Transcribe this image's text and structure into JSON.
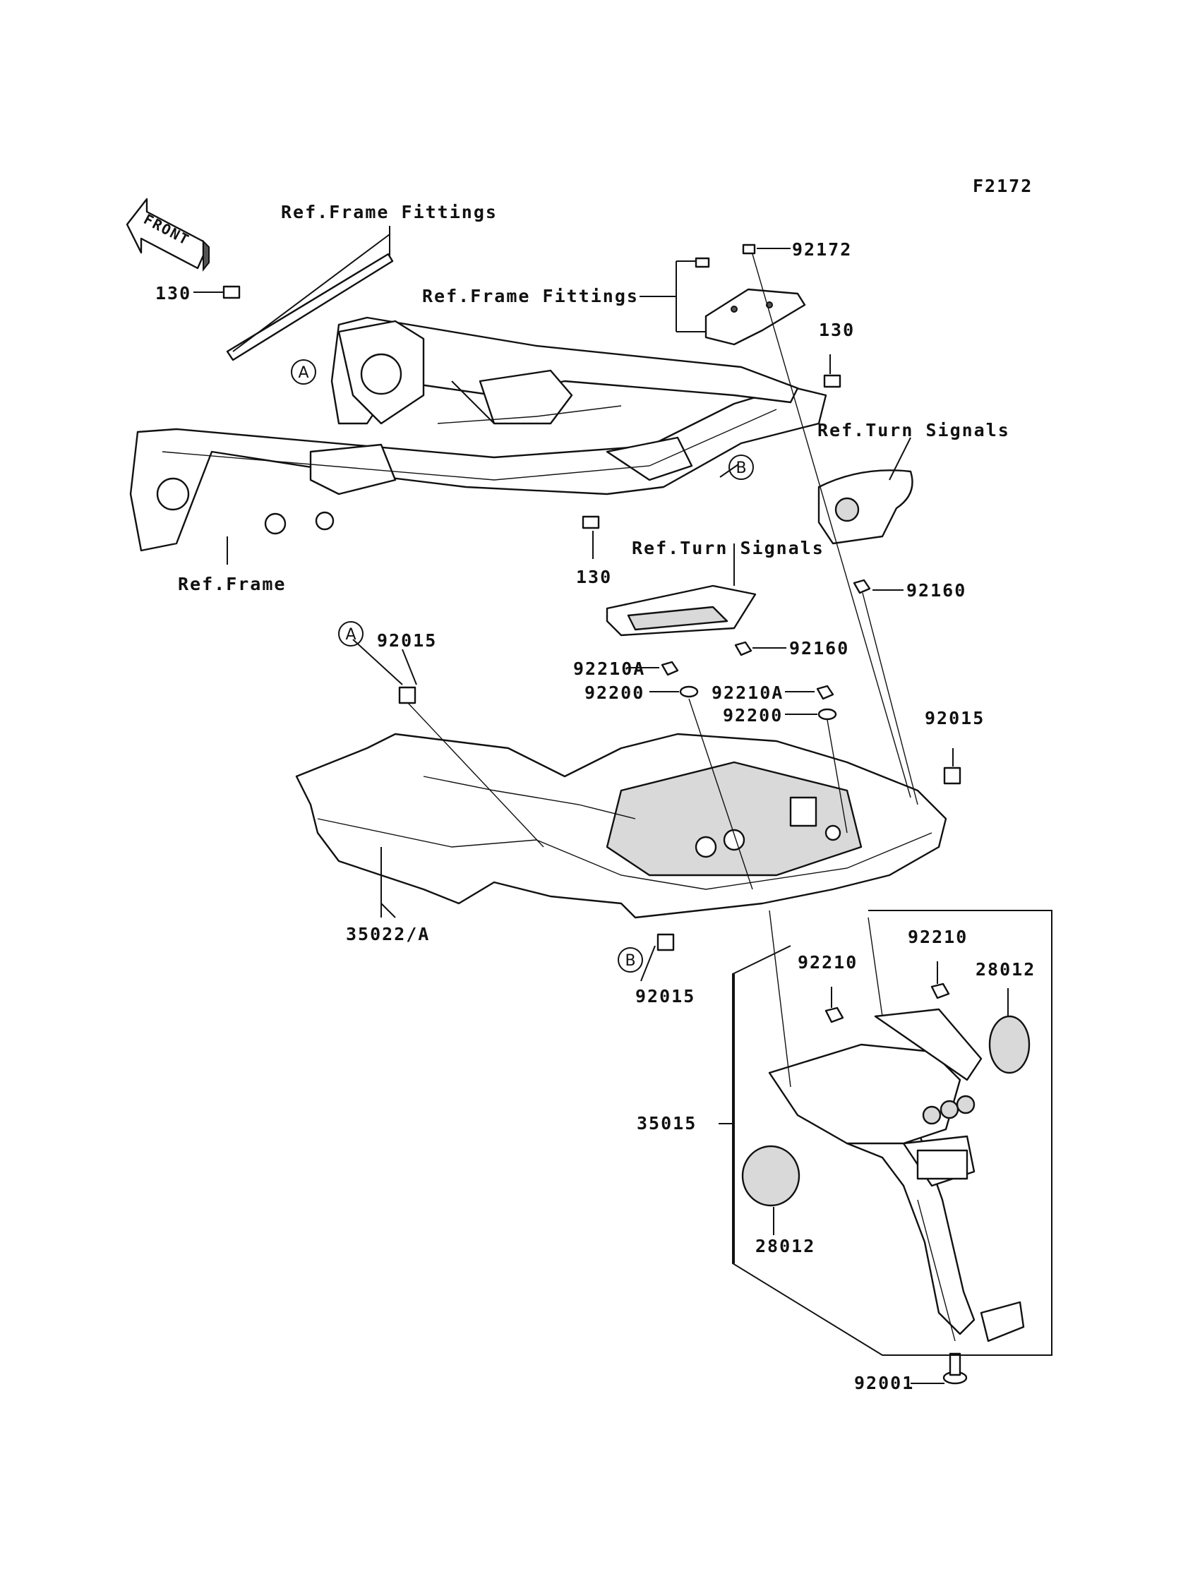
{
  "figure_code": "F2172",
  "direction_arrow": "FRONT",
  "callouts": {
    "ref_frame_fittings_top": "Ref.Frame Fittings",
    "ref_frame_fittings_mid": "Ref.Frame Fittings",
    "ref_frame": "Ref.Frame",
    "ref_turn_signals_right": "Ref.Turn Signals",
    "ref_turn_signals_mid": "Ref.Turn Signals"
  },
  "part_numbers": {
    "bolt_130_left": "130",
    "bolt_130_right": "130",
    "bolt_130_center": "130",
    "screw_92172": "92172",
    "nut_92160_right": "92160",
    "nut_92160_mid": "92160",
    "collar_92015_a": "92015",
    "collar_92015_right": "92015",
    "collar_92015_b": "92015",
    "nut_92210A_left": "92210A",
    "nut_92210A_right": "92210A",
    "washer_92200_left": "92200",
    "washer_92200_right": "92200",
    "fender_35022": "35022/A",
    "nut_92210_left": "92210",
    "nut_92210_right": "92210",
    "reflector_28012_right": "28012",
    "reflector_28012_left": "28012",
    "fender_35015": "35015",
    "screw_92001": "92001"
  },
  "reference_marks": {
    "a_upper": "A",
    "a_lower": "A",
    "b_upper": "B",
    "b_lower": "B"
  }
}
